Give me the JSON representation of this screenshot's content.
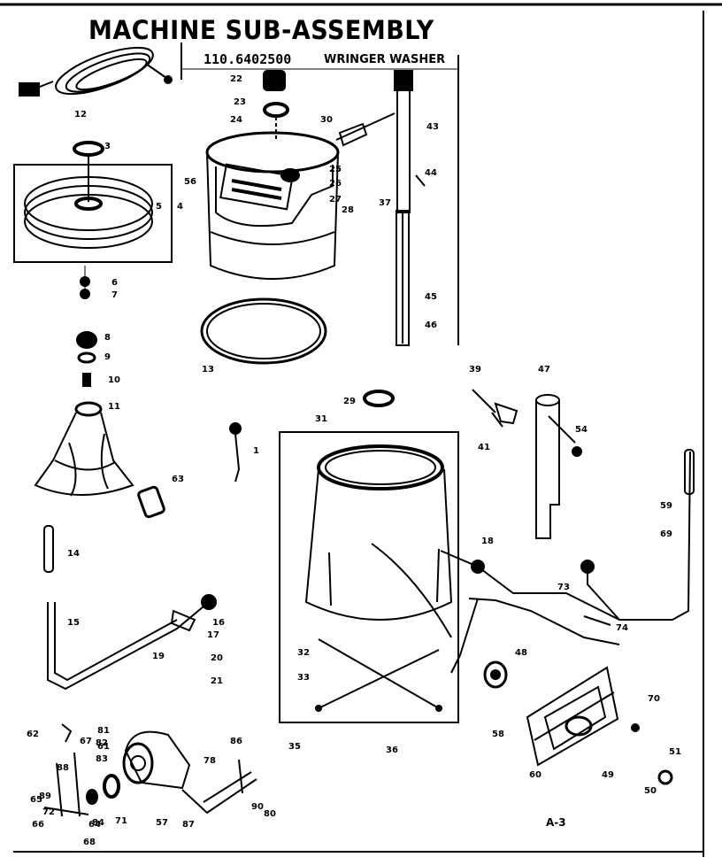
{
  "header": {
    "title": "MACHINE SUB-ASSEMBLY",
    "model": "110.6402500",
    "machine_type": "WRINGER WASHER"
  },
  "footer": {
    "page_code": "A-3"
  },
  "callouts": [
    "1",
    "3",
    "4",
    "5",
    "6",
    "7",
    "8",
    "9",
    "10",
    "11",
    "12",
    "13",
    "14",
    "15",
    "16",
    "17",
    "18",
    "19",
    "20",
    "21",
    "22",
    "23",
    "24",
    "25",
    "26",
    "27",
    "28",
    "29",
    "30",
    "31",
    "32",
    "33",
    "35",
    "36",
    "37",
    "39",
    "41",
    "43",
    "44",
    "45",
    "46",
    "47",
    "48",
    "49",
    "50",
    "51",
    "54",
    "56",
    "57",
    "58",
    "59",
    "60",
    "61",
    "62",
    "63",
    "64",
    "65",
    "66",
    "67",
    "68",
    "69",
    "70",
    "71",
    "72",
    "73",
    "74",
    "78",
    "80",
    "81",
    "82",
    "83",
    "84",
    "86",
    "87",
    "88",
    "89",
    "90"
  ],
  "colors": {
    "ink": "#000000",
    "paper": "#ffffff"
  }
}
